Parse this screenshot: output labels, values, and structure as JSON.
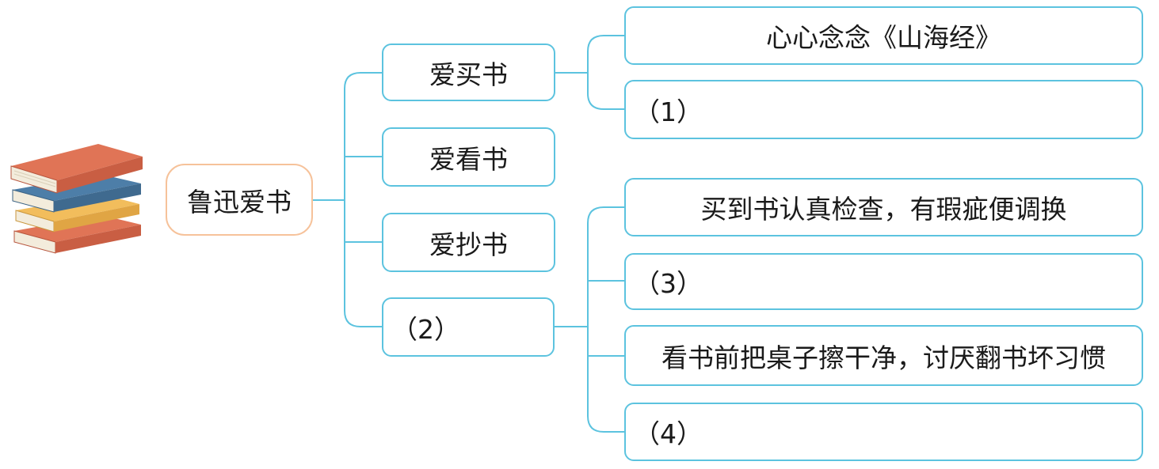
{
  "root": {
    "label": "鲁迅爱书"
  },
  "branches": [
    {
      "label": "爱买书"
    },
    {
      "label": "爱看书"
    },
    {
      "label": "爱抄书"
    },
    {
      "label": "（2）"
    }
  ],
  "buy_details": [
    {
      "label": "心心念念《山海经》"
    },
    {
      "label": "（1）"
    }
  ],
  "care_details": [
    {
      "label": "买到书认真检查，有瑕疵便调换"
    },
    {
      "label": "（3）"
    },
    {
      "label": "看书前把桌子擦干净，讨厌翻书坏习惯"
    },
    {
      "label": "（4）"
    }
  ],
  "colors": {
    "connector": "#5cc3df",
    "root_border": "#f6c29a",
    "book_red": "#e07456",
    "book_blue": "#4d7ea8",
    "book_yellow": "#f2bd5c",
    "book_pages": "#f3ecdc"
  },
  "icons": {
    "illustration": "stack-of-books"
  }
}
